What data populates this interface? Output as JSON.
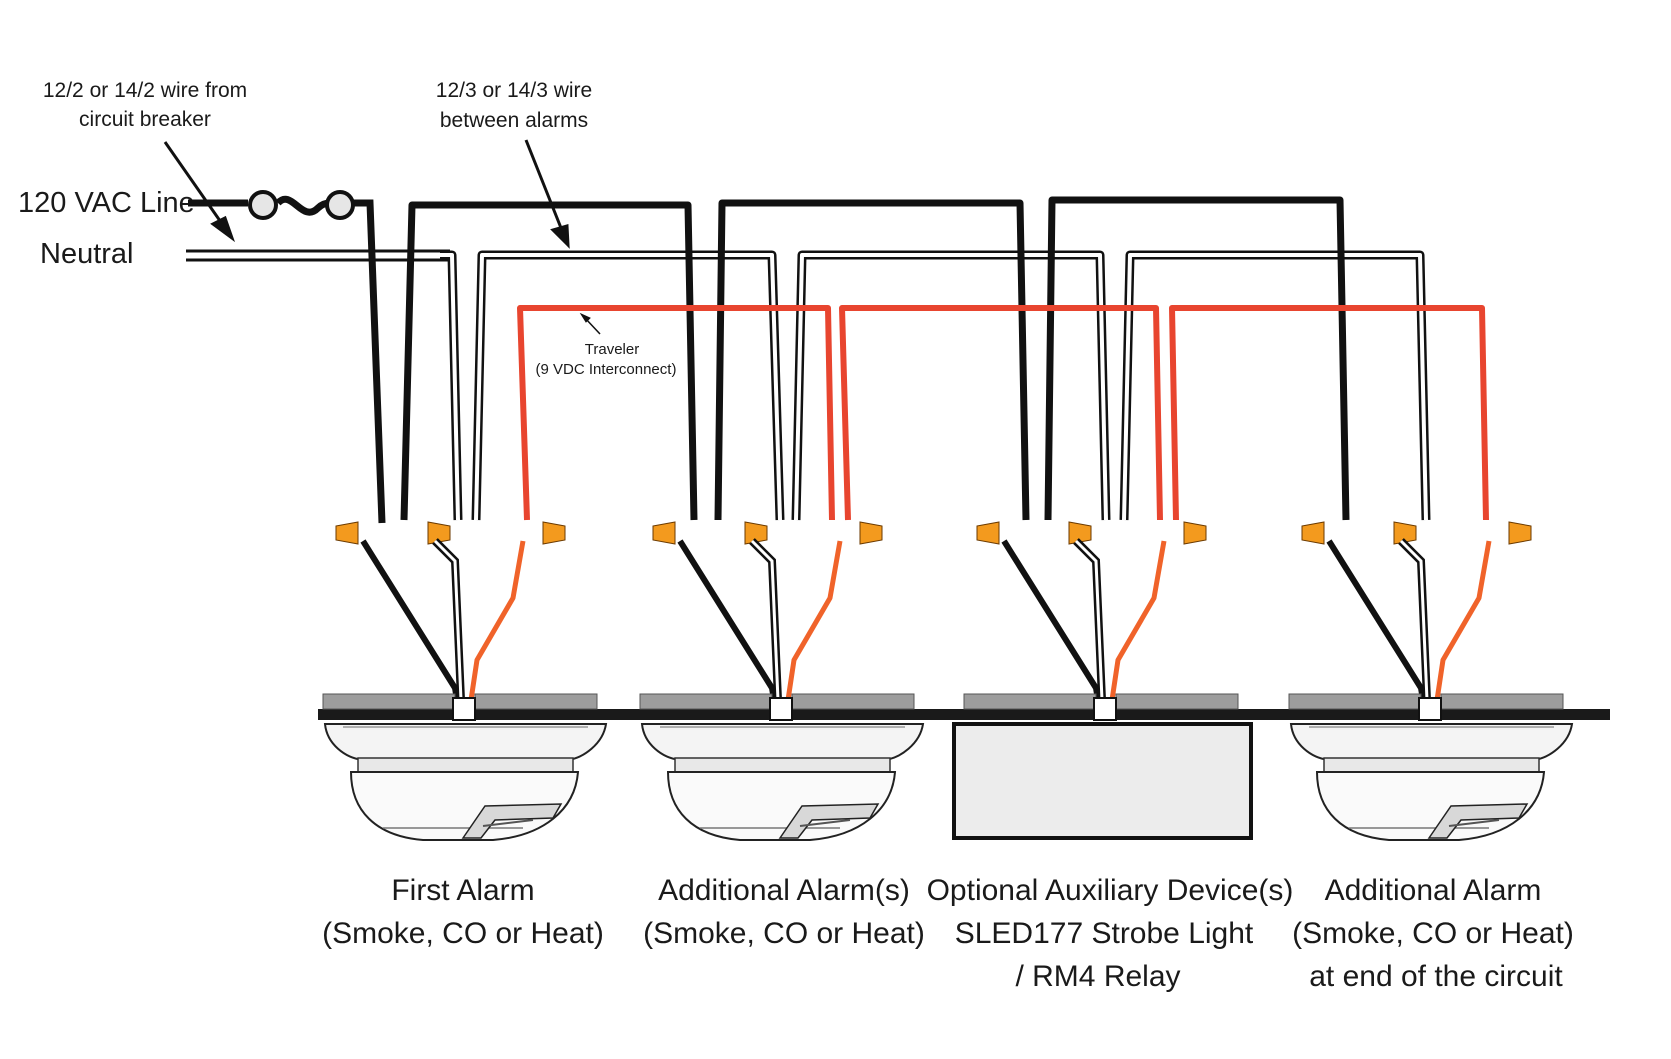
{
  "annotations": {
    "wire_source": [
      "12/2 or 14/2 wire from",
      "circuit breaker"
    ],
    "wire_between": [
      "12/3 or 14/3 wire",
      "between alarms"
    ],
    "traveler": [
      "Traveler",
      "(9 VDC Interconnect)"
    ]
  },
  "power": {
    "line_label": "120 VAC Line",
    "neutral_label": "Neutral"
  },
  "devices": [
    {
      "kind": "alarm",
      "lines": [
        "First Alarm",
        "(Smoke, CO or Heat)"
      ]
    },
    {
      "kind": "alarm",
      "lines": [
        "Additional Alarm(s)",
        "(Smoke, CO or Heat)"
      ]
    },
    {
      "kind": "auxiliary",
      "lines": [
        "Optional Auxiliary Device(s)",
        "SLED177 Strobe Light",
        "/ RM4 Relay"
      ]
    },
    {
      "kind": "alarm",
      "lines": [
        "Additional Alarm",
        "(Smoke, CO or Heat)",
        "at end of the circuit"
      ]
    }
  ],
  "colors": {
    "hot_wire": "#111111",
    "neutral_wire": "#111111",
    "traveler_wire": "#e8452f",
    "traveler_lead": "#f0632a",
    "wire_nut": "#f39a1e",
    "ceiling": "#1a1a1a",
    "mount_plate": "#9d9d9d"
  }
}
